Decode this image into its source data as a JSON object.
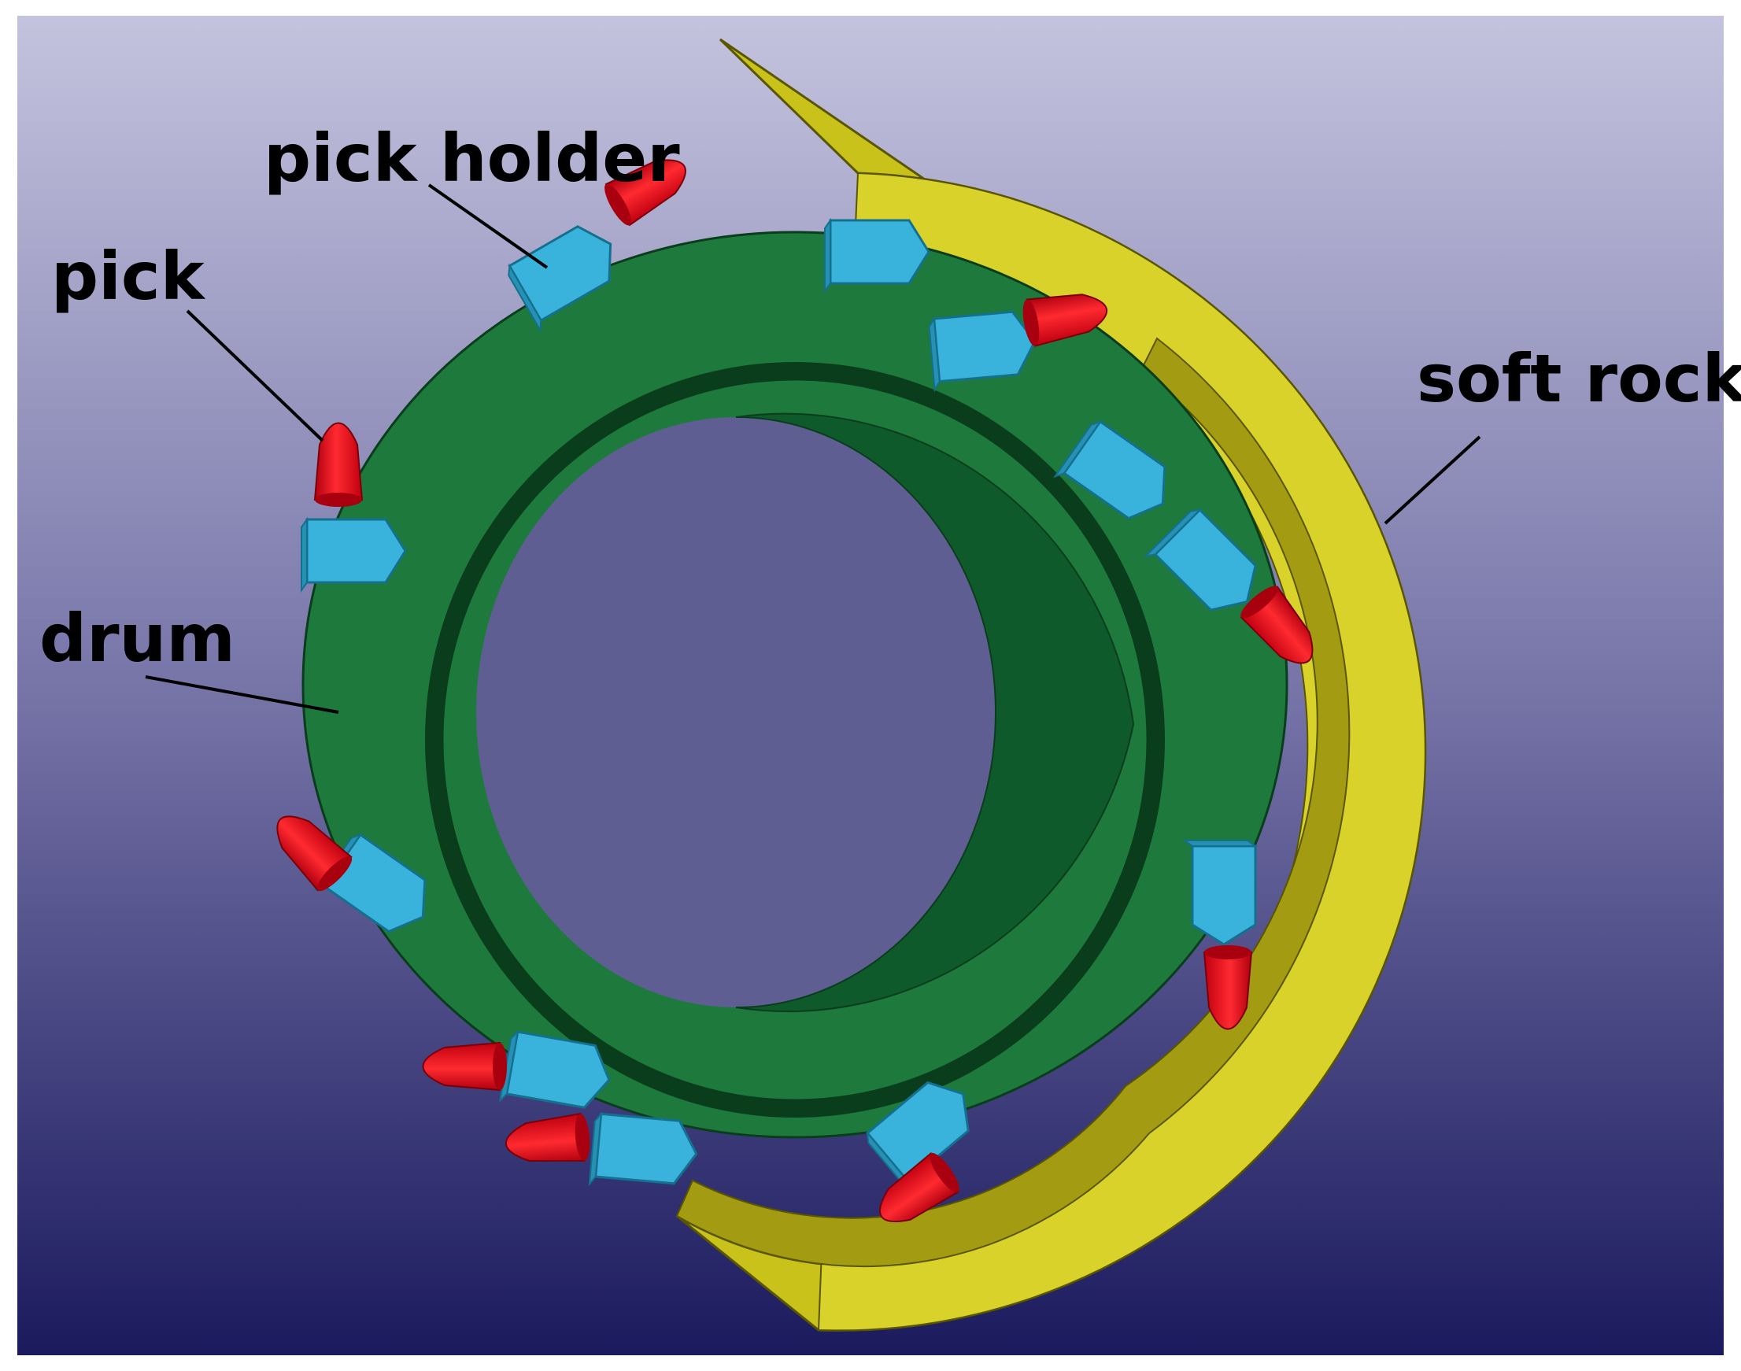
{
  "labels": {
    "pick_holder": "pick holder",
    "pick": "pick",
    "drum": "drum",
    "soft_rock": "soft rock"
  },
  "colors": {
    "background_top": "#c4c3de",
    "background_bottom": "#1b1a5e",
    "drum": "#1e7a3c",
    "drum_inner": "#0f5a2a",
    "pick_holder": "#3ab3dc",
    "pick": "#e01020",
    "soft_rock": "#c9c21a",
    "soft_rock_inner": "#a39b12"
  }
}
